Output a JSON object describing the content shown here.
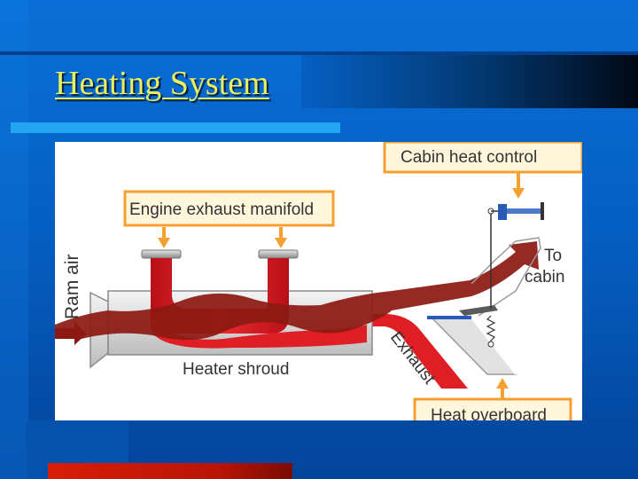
{
  "slide": {
    "title": "Heating System"
  },
  "diagram": {
    "labels": {
      "cabin_heat_control": "Cabin heat control",
      "engine_exhaust_manifold": "Engine exhaust manifold",
      "ram_air": "Ram air",
      "to_cabin_line1": "To",
      "to_cabin_line2": "cabin",
      "heater_shroud": "Heater shroud",
      "exhaust": "Exhaust",
      "heat_overboard": "Heat overboard"
    },
    "colors": {
      "label_box_border": "#f5a030",
      "label_box_fill": "#fff6dc",
      "hot_air": "#8c1a12",
      "exhaust_gas": "#e01e26",
      "slide_background": "#0560c4",
      "title_text": "#e8f060"
    }
  }
}
